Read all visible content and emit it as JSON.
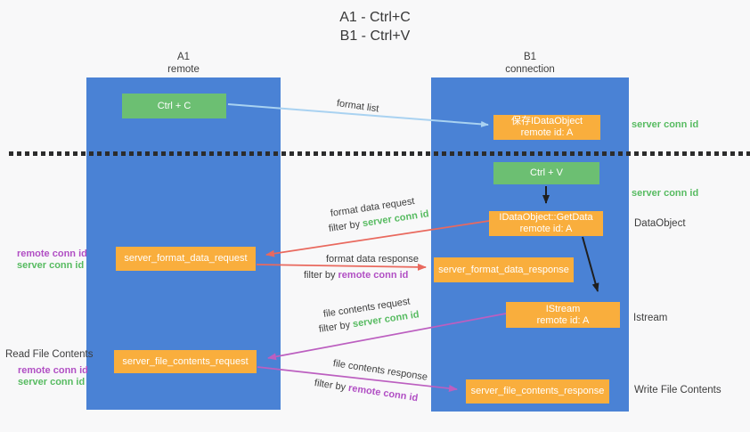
{
  "title": {
    "line1": "A1 - Ctrl+C",
    "line2": "B1 - Ctrl+V"
  },
  "lanes": {
    "a1": {
      "name": "A1",
      "subtitle": "remote"
    },
    "b1": {
      "name": "B1",
      "subtitle": "connection"
    }
  },
  "boxes": {
    "ctrl_c": {
      "label": "Ctrl + C"
    },
    "save_idataobject": {
      "line1": "保存IDataObject",
      "line2": "remote id: A"
    },
    "ctrl_v": {
      "label": "Ctrl + V"
    },
    "getdata": {
      "line1": "IDataObject::GetData",
      "line2": "remote id: A"
    },
    "format_request": {
      "label": "server_format_data_request"
    },
    "format_response": {
      "label": "server_format_data_response"
    },
    "istream": {
      "line1": "IStream",
      "line2": "remote id: A"
    },
    "file_request": {
      "label": "server_file_contents_request"
    },
    "file_response": {
      "label": "server_file_contents_response"
    }
  },
  "flow_labels": {
    "format_list": "format list",
    "format_data_request": "format data request",
    "format_data_response": "format data response",
    "file_contents_request": "file contents request",
    "file_contents_response": "file contents response",
    "filter_by": "filter by",
    "server_conn_id": "server conn id",
    "remote_conn_id": "remote conn id"
  },
  "side_labels": {
    "server_conn_id_top": "server conn id",
    "server_conn_id_mid": "server conn id",
    "dataobject": "DataObject",
    "istream": "Istream",
    "write_file_contents": "Write File Contents",
    "read_file_contents": "Read File Contents",
    "remote_conn_id_format": "remote conn id",
    "server_conn_id_format": "server conn id",
    "remote_conn_id_file": "remote conn id",
    "server_conn_id_file": "server conn id"
  },
  "colors": {
    "lane_blue": "#4a82d5",
    "box_green": "#6cbf72",
    "box_orange": "#f9ae3d",
    "arrow_salmon": "#e9695e",
    "arrow_purple": "#bc5fc0",
    "arrow_lightblue": "#a9d2f1",
    "arrow_black": "#1f1f1f",
    "text_green": "#57bb61",
    "text_purple": "#b14fc4",
    "text_dark": "#3c3c3c",
    "background": "#f8f8f9"
  }
}
